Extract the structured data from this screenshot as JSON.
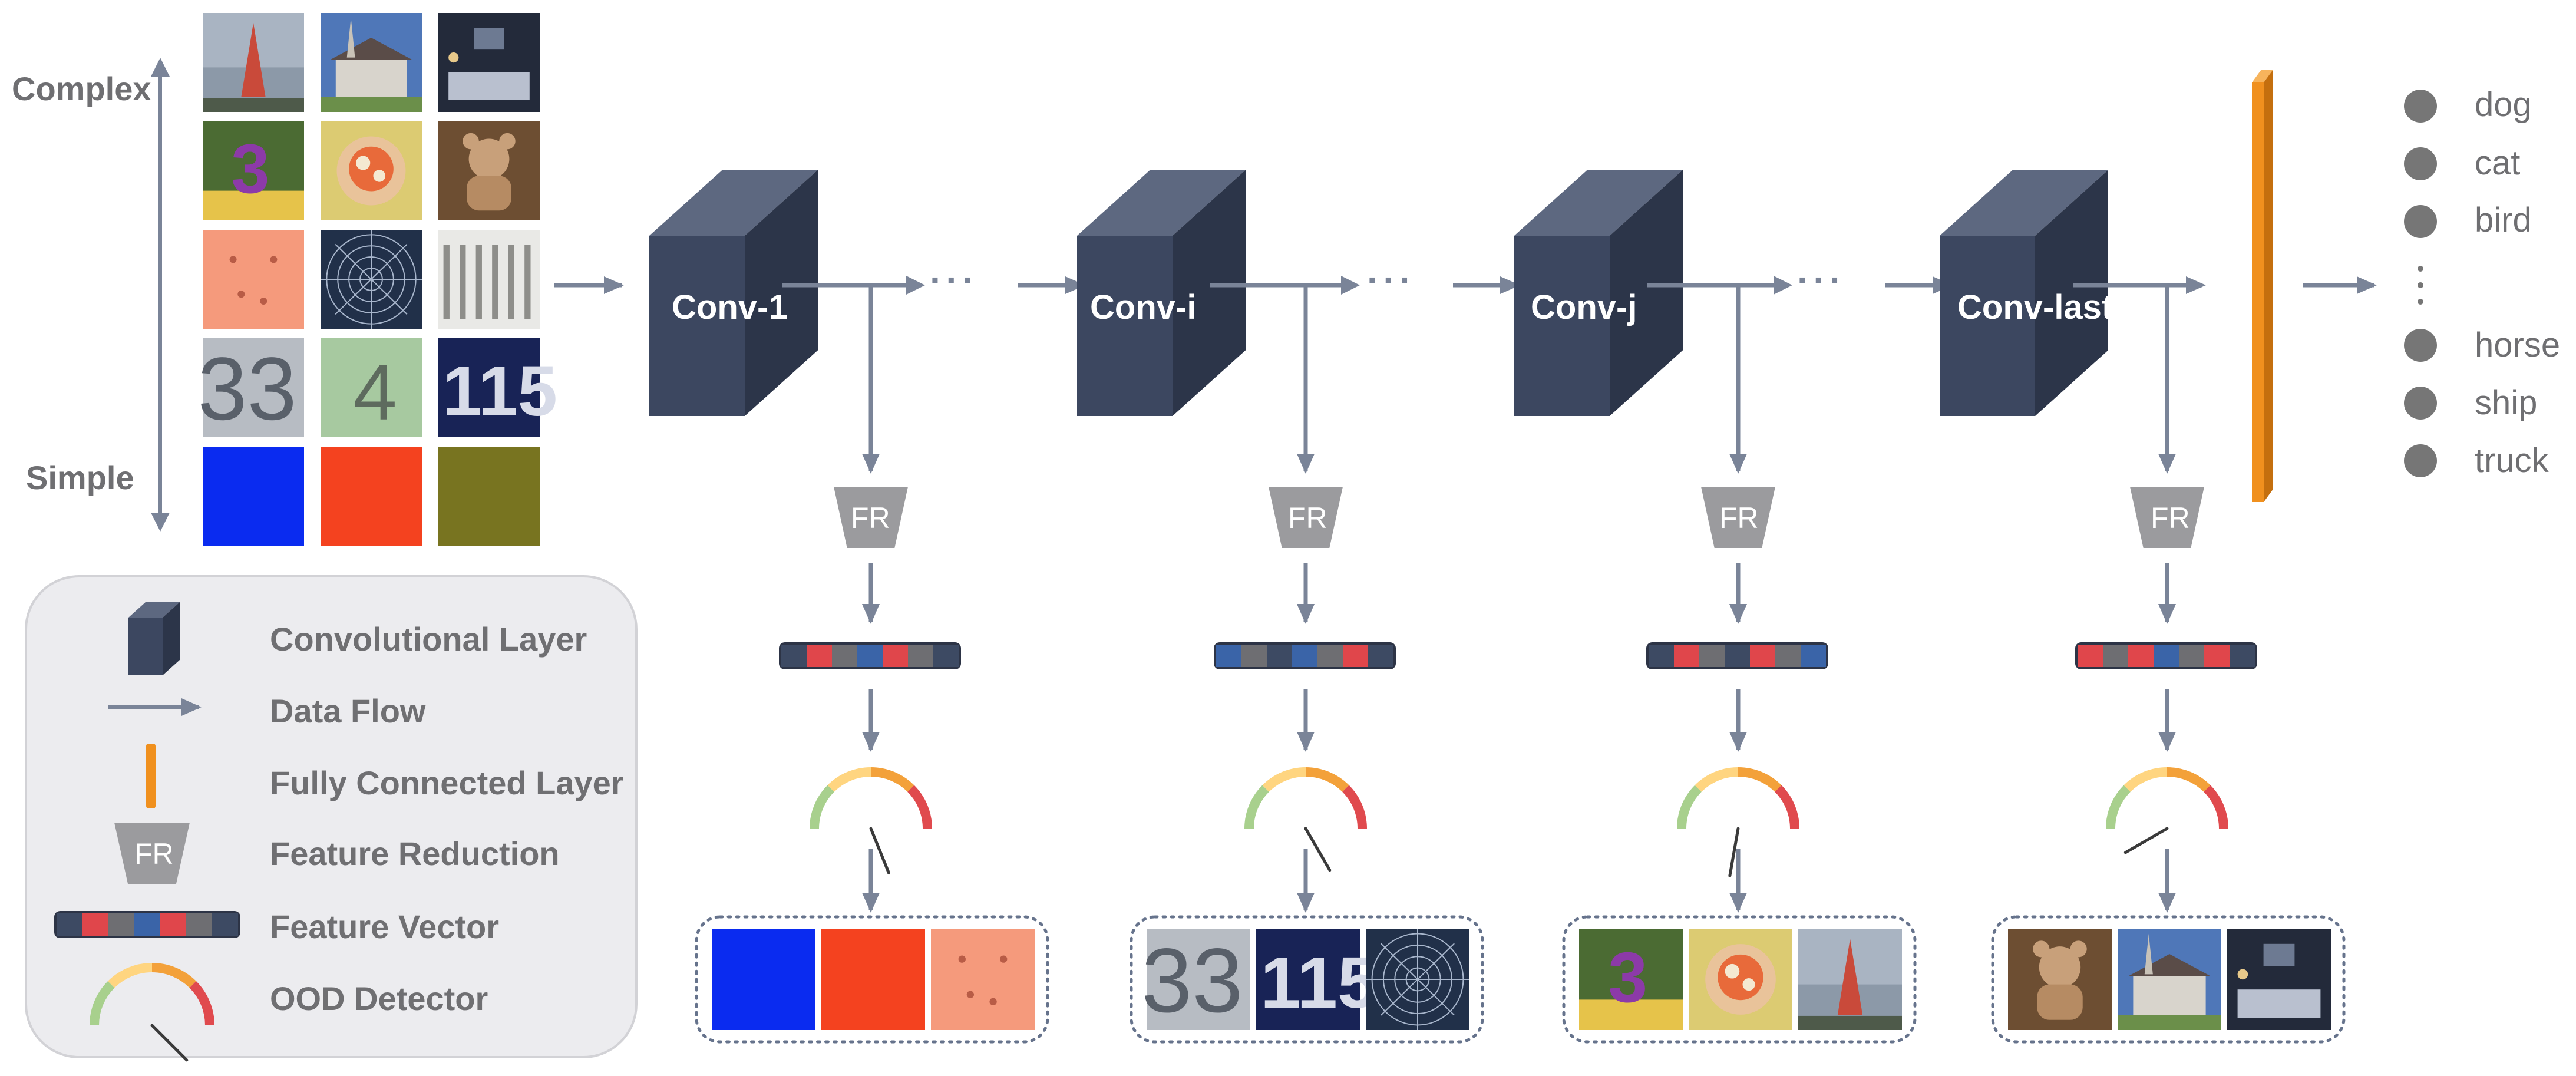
{
  "complexity_axis": {
    "top_label": "Complex",
    "bottom_label": "Simple"
  },
  "input_grid": [
    [
      "tower-photo",
      "church-photo",
      "bedroom-photo"
    ],
    [
      "candle-cake-photo",
      "fruit-tart-photo",
      "teddy-bear-photo"
    ],
    [
      "salmon-texture",
      "spiderweb-photo",
      "folded-fabric-photo"
    ],
    [
      "digits-33-photo",
      "digit-4-photo",
      "digits-115-photo"
    ],
    [
      "blue-square",
      "red-square",
      "olive-square"
    ]
  ],
  "stages": [
    {
      "conv_label": "Conv-1",
      "fr_label": "FR",
      "vector": [
        "#3d4a63",
        "#e0464b",
        "#6e6e72",
        "#3a64a8",
        "#e0464b",
        "#6e6e72",
        "#3d4a63"
      ],
      "detected": [
        "blue-square",
        "red-square",
        "salmon-texture"
      ]
    },
    {
      "conv_label": "Conv-i",
      "fr_label": "FR",
      "vector": [
        "#3a64a8",
        "#6e6e72",
        "#3d4a63",
        "#3a64a8",
        "#6e6e72",
        "#e0464b",
        "#3d4a63"
      ],
      "detected": [
        "digits-33-photo",
        "digits-115-photo",
        "spiderweb-photo"
      ]
    },
    {
      "conv_label": "Conv-j",
      "fr_label": "FR",
      "vector": [
        "#3d4a63",
        "#e0464b",
        "#6e6e72",
        "#3d4a63",
        "#e0464b",
        "#6e6e72",
        "#3a64a8"
      ],
      "detected": [
        "candle-cake-photo",
        "fruit-tart-photo",
        "tower-photo"
      ]
    },
    {
      "conv_label": "Conv-last",
      "fr_label": "FR",
      "vector": [
        "#e0464b",
        "#6e6e72",
        "#e0464b",
        "#3a64a8",
        "#6e6e72",
        "#e0464b",
        "#3d4a63"
      ],
      "detected": [
        "teddy-bear-photo",
        "church-photo",
        "bedroom-photo"
      ]
    }
  ],
  "ellipsis": "···",
  "classes": [
    "dog",
    "cat",
    "bird",
    "horse",
    "ship",
    "truck"
  ],
  "legend": {
    "items": [
      {
        "icon": "cube-icon",
        "label": "Convolutional Layer"
      },
      {
        "icon": "arrow-icon",
        "label": "Data Flow"
      },
      {
        "icon": "bar-icon",
        "label": "Fully Connected Layer"
      },
      {
        "icon": "fr-icon",
        "label": "Feature Reduction",
        "icon_text": "FR"
      },
      {
        "icon": "vector-icon",
        "label": "Feature Vector"
      },
      {
        "icon": "gauge-icon",
        "label": "OOD Detector"
      }
    ]
  },
  "colors": {
    "conv_front": "#3c4760",
    "conv_top": "#5d6880",
    "conv_side": "#2c3549",
    "arrow": "#7a8498",
    "fc_bar": "#f0901e",
    "fr": "#9b9b9e",
    "class_dot": "#767676",
    "legend_bg": "#ececef",
    "gauge": [
      "#a8d08d",
      "#ffd580",
      "#f3a13a",
      "#e04a4e"
    ]
  }
}
